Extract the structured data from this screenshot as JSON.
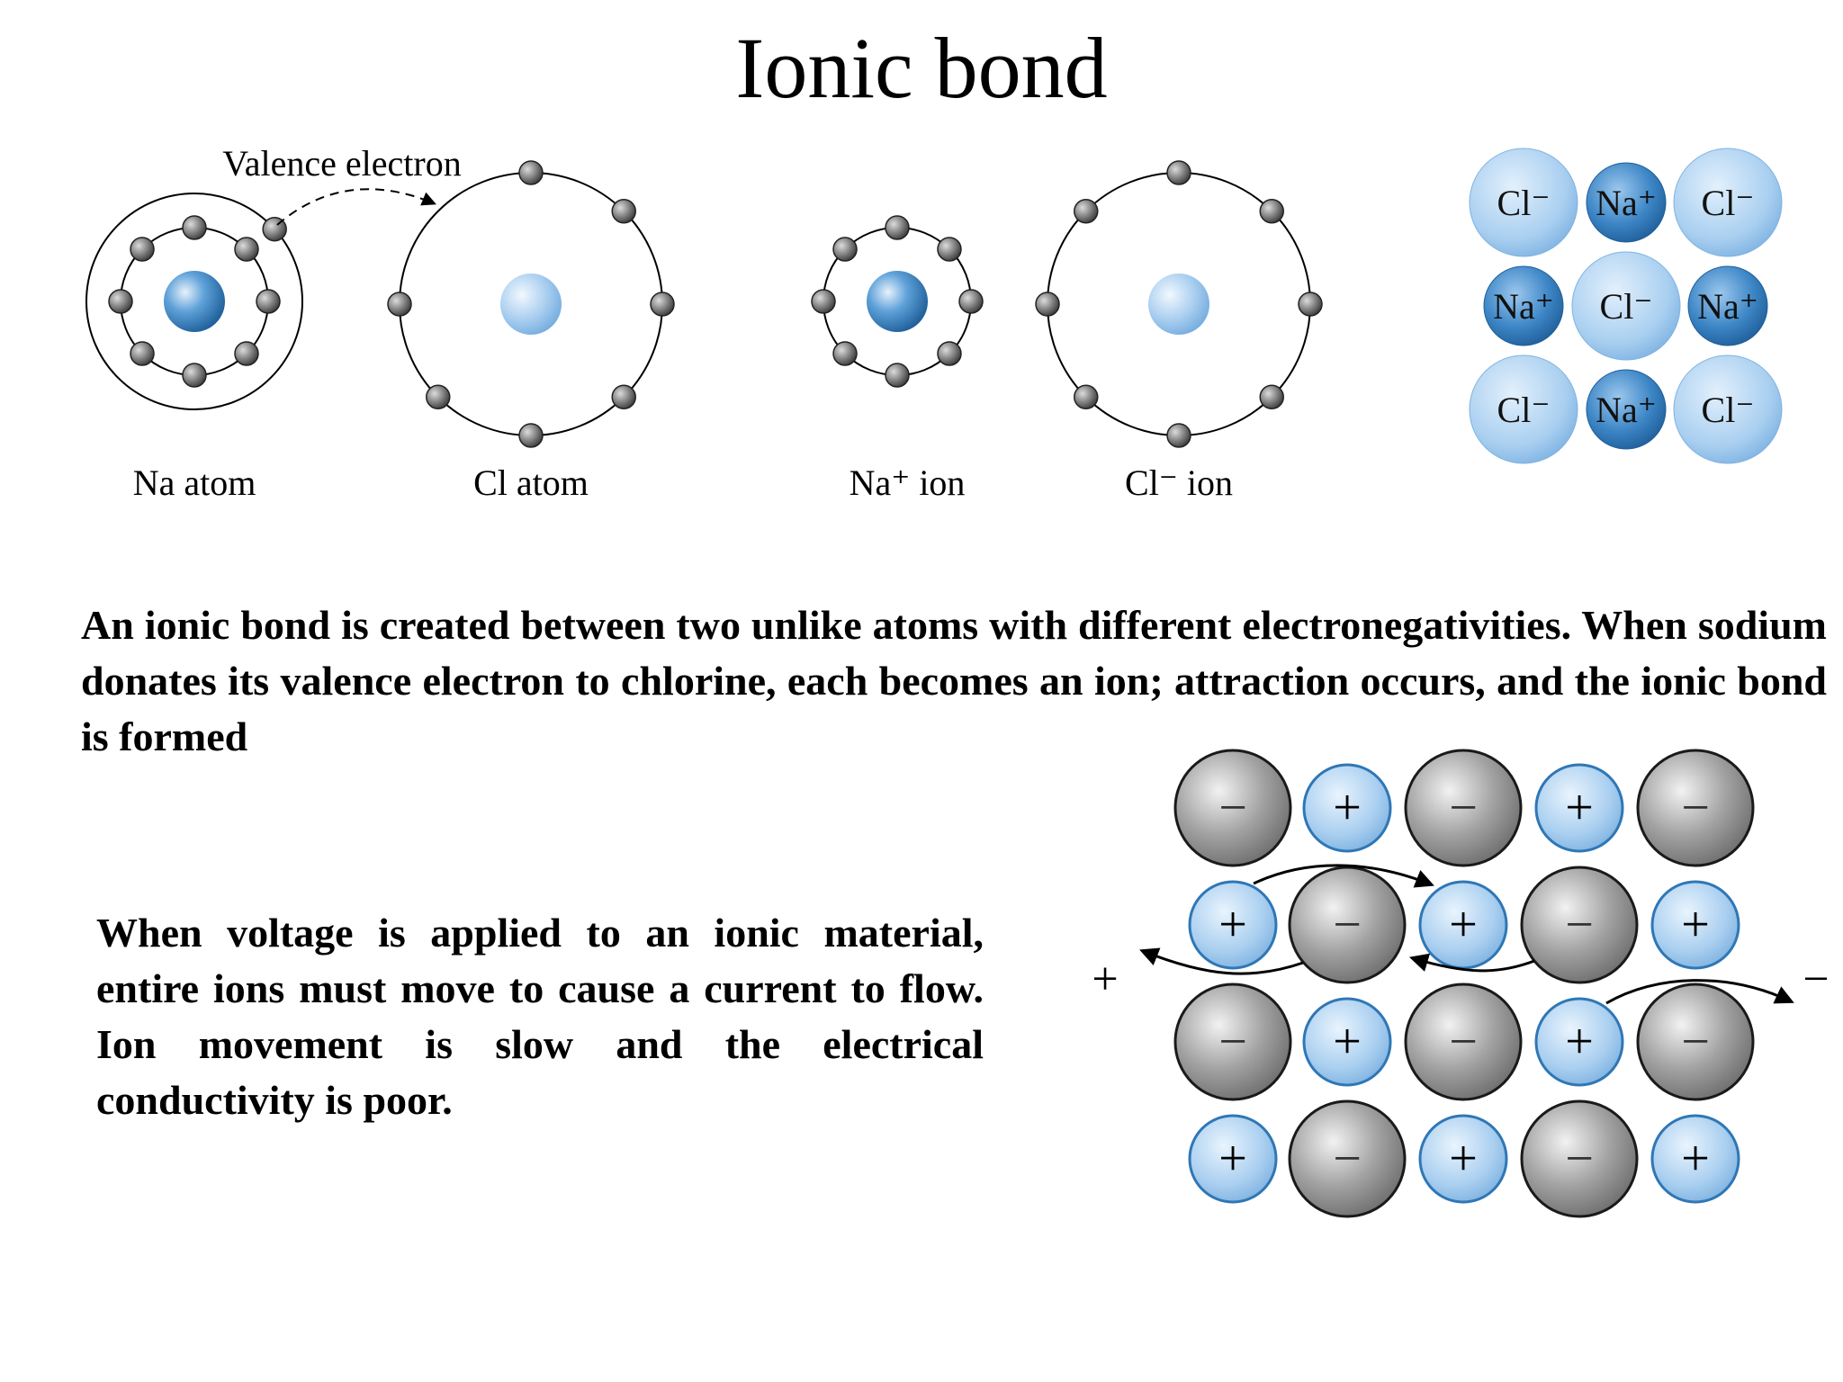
{
  "title": "Ionic bond",
  "atoms": {
    "valence_label": "Valence electron",
    "na_atom": "Na atom",
    "cl_atom": "Cl atom",
    "na_ion": "Na⁺ ion",
    "cl_ion": "Cl⁻ ion"
  },
  "crystal": {
    "rows": [
      [
        "Cl⁻",
        "Na⁺",
        "Cl⁻"
      ],
      [
        "Na⁺",
        "Cl⁻",
        "Na⁺"
      ],
      [
        "Cl⁻",
        "Na⁺",
        "Cl⁻"
      ]
    ]
  },
  "paragraph_1": "An ionic bond is created between two unlike atoms with different electronegativities. When sodium donates its valence electron to chlorine, each becomes an ion; attraction occurs, and the ionic bond is formed",
  "paragraph_2": "When voltage is applied to an ionic material, entire ions must move to cause a current to flow.  Ion movement is slow and the electrical conductivity is poor.",
  "lattice": {
    "rows": [
      [
        "−",
        "+",
        "−",
        "+",
        "−"
      ],
      [
        "+",
        "−",
        "+",
        "−",
        "+"
      ],
      [
        "−",
        "+",
        "−",
        "+",
        "−"
      ],
      [
        "+",
        "−",
        "+",
        "−",
        "+"
      ]
    ],
    "left_terminal": "+",
    "right_terminal": "−"
  },
  "colors": {
    "ion_blue_light": "#b9d8f3",
    "ion_blue_dark": "#2f77b5",
    "ion_gray": "#9a9a9a",
    "electron_gray": "#6b6b6b"
  }
}
